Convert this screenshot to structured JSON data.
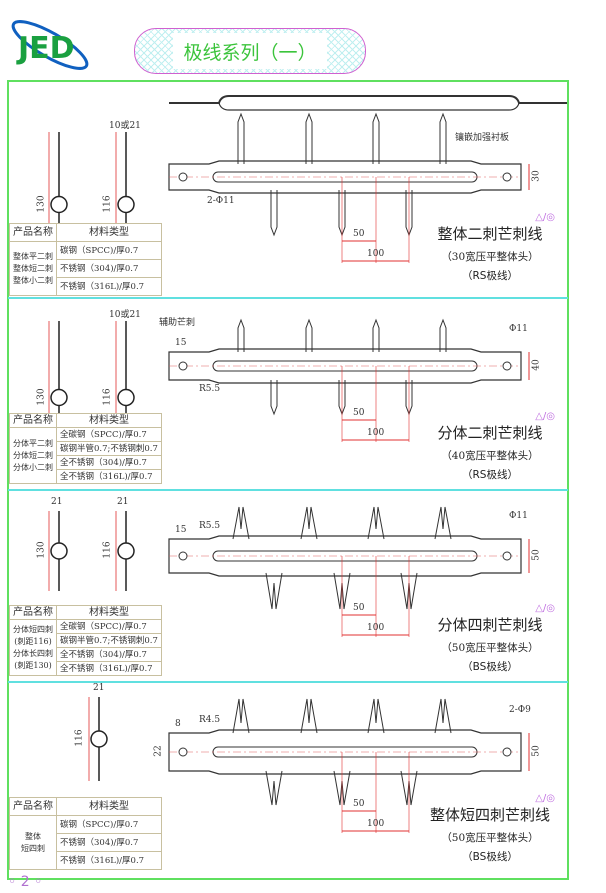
{
  "header": {
    "logo_text": "JED",
    "banner_title": "极线系列（一）"
  },
  "table_headers": {
    "name": "产品名称",
    "material": "材料类型"
  },
  "symbol": "△/◎",
  "sections": [
    {
      "title": "整体二刺芒刺线",
      "subtitle": "（30宽压平整体头）",
      "type": "（RS极线）",
      "names": [
        "整体平二刺",
        "整体短二刺",
        "整体小二刺"
      ],
      "materials": [
        "碳钢（SPCC)/厚0.7",
        "不锈钢（304)/厚0.7",
        "不锈钢（316L)/厚0.7"
      ],
      "dims": {
        "profile_a": "130",
        "profile_b": "116",
        "width": "10或21",
        "hole": "2-Φ11",
        "bar_w": "30",
        "pitch_half": "50",
        "pitch": "100",
        "note": "镶嵌加强衬板"
      }
    },
    {
      "title": "分体二刺芒刺线",
      "subtitle": "（40宽压平整体头）",
      "type": "（RS极线）",
      "names": [
        "分体平二刺",
        "分体短二刺",
        "分体小二刺"
      ],
      "materials": [
        "全碳钢（SPCC)/厚0.7",
        "碳钢半管0.7;不锈钢刺0.7",
        "全不锈钢（304)/厚0.7",
        "全不锈钢（316L)/厚0.7"
      ],
      "dims": {
        "profile_a": "130",
        "profile_b": "116",
        "width": "10或21",
        "slot": "15",
        "radius": "R5.5",
        "hole": "Φ11",
        "bar_w": "40",
        "pitch_half": "50",
        "pitch": "100",
        "note": "辅助芒刺"
      }
    },
    {
      "title": "分体四刺芒刺线",
      "subtitle": "（50宽压平整体头）",
      "type": "（BS极线）",
      "names": [
        "分体短四刺",
        "(刺距116)",
        "分体长四刺",
        "(刺距130)"
      ],
      "materials": [
        "全碳钢（SPCC)/厚0.7",
        "碳钢半管0.7;不锈钢刺0.7",
        "全不锈钢（304)/厚0.7",
        "全不锈钢（316L)/厚0.7"
      ],
      "dims": {
        "profile_a": "130",
        "profile_b": "116",
        "width_a": "21",
        "width_b": "21",
        "slot": "15",
        "radius": "R5.5",
        "hole": "Φ11",
        "bar_w": "50",
        "pitch_half": "50",
        "pitch": "100"
      }
    },
    {
      "title": "整体短四刺芒刺线",
      "subtitle": "（50宽压平整体头）",
      "type": "（BS极线）",
      "names": [
        "整体",
        "短四刺"
      ],
      "materials": [
        "碳钢（SPCC)/厚0.7",
        "不锈钢（304)/厚0.7",
        "不锈钢（316L)/厚0.7"
      ],
      "dims": {
        "profile_b": "116",
        "width": "21",
        "slot": "8",
        "radius": "R4.5",
        "slot_gap": "22",
        "hole": "2-Φ9",
        "bar_w": "50",
        "pitch_half": "50",
        "pitch": "100"
      }
    }
  ],
  "page_number": "◦ 2 ◦",
  "colors": {
    "frame": "#5fe05f",
    "divider": "#60e0e0",
    "title_green": "#3cc43c",
    "dimension_red": "#e03030",
    "banner_border": "#d060d0"
  }
}
